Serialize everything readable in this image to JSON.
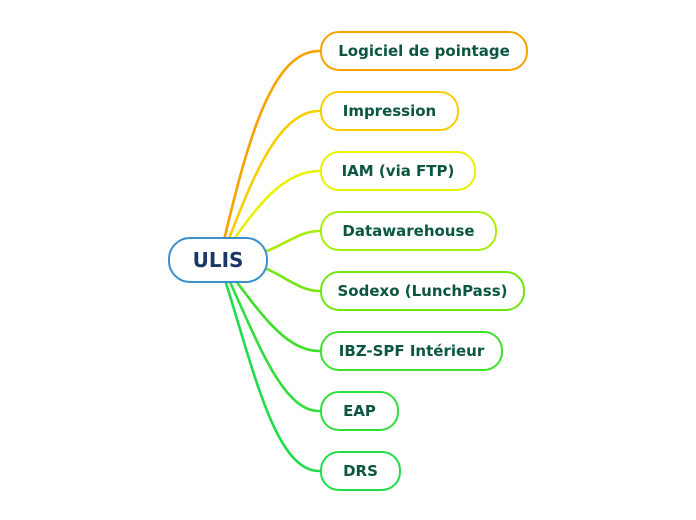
{
  "diagram": {
    "type": "mindmap",
    "background_color": "#ffffff",
    "root": {
      "label": "ULIS",
      "border_color": "#3a8fd0",
      "text_color": "#1b3768",
      "fill_color": "#ffffff"
    },
    "branch_text_color": "#0c5540",
    "branches": [
      {
        "label": "Logiciel de pointage",
        "color": "#f7a200"
      },
      {
        "label": "Impression",
        "color": "#f6ce00"
      },
      {
        "label": "IAM (via FTP)",
        "color": "#e9f200"
      },
      {
        "label": "Datawarehouse",
        "color": "#a8ee0c"
      },
      {
        "label": "Sodexo (LunchPass)",
        "color": "#70e60e"
      },
      {
        "label": "IBZ-SPF Intérieur",
        "color": "#3fe02b"
      },
      {
        "label": "EAP",
        "color": "#2ede3a"
      },
      {
        "label": "DRS",
        "color": "#1fdd4a"
      }
    ]
  }
}
